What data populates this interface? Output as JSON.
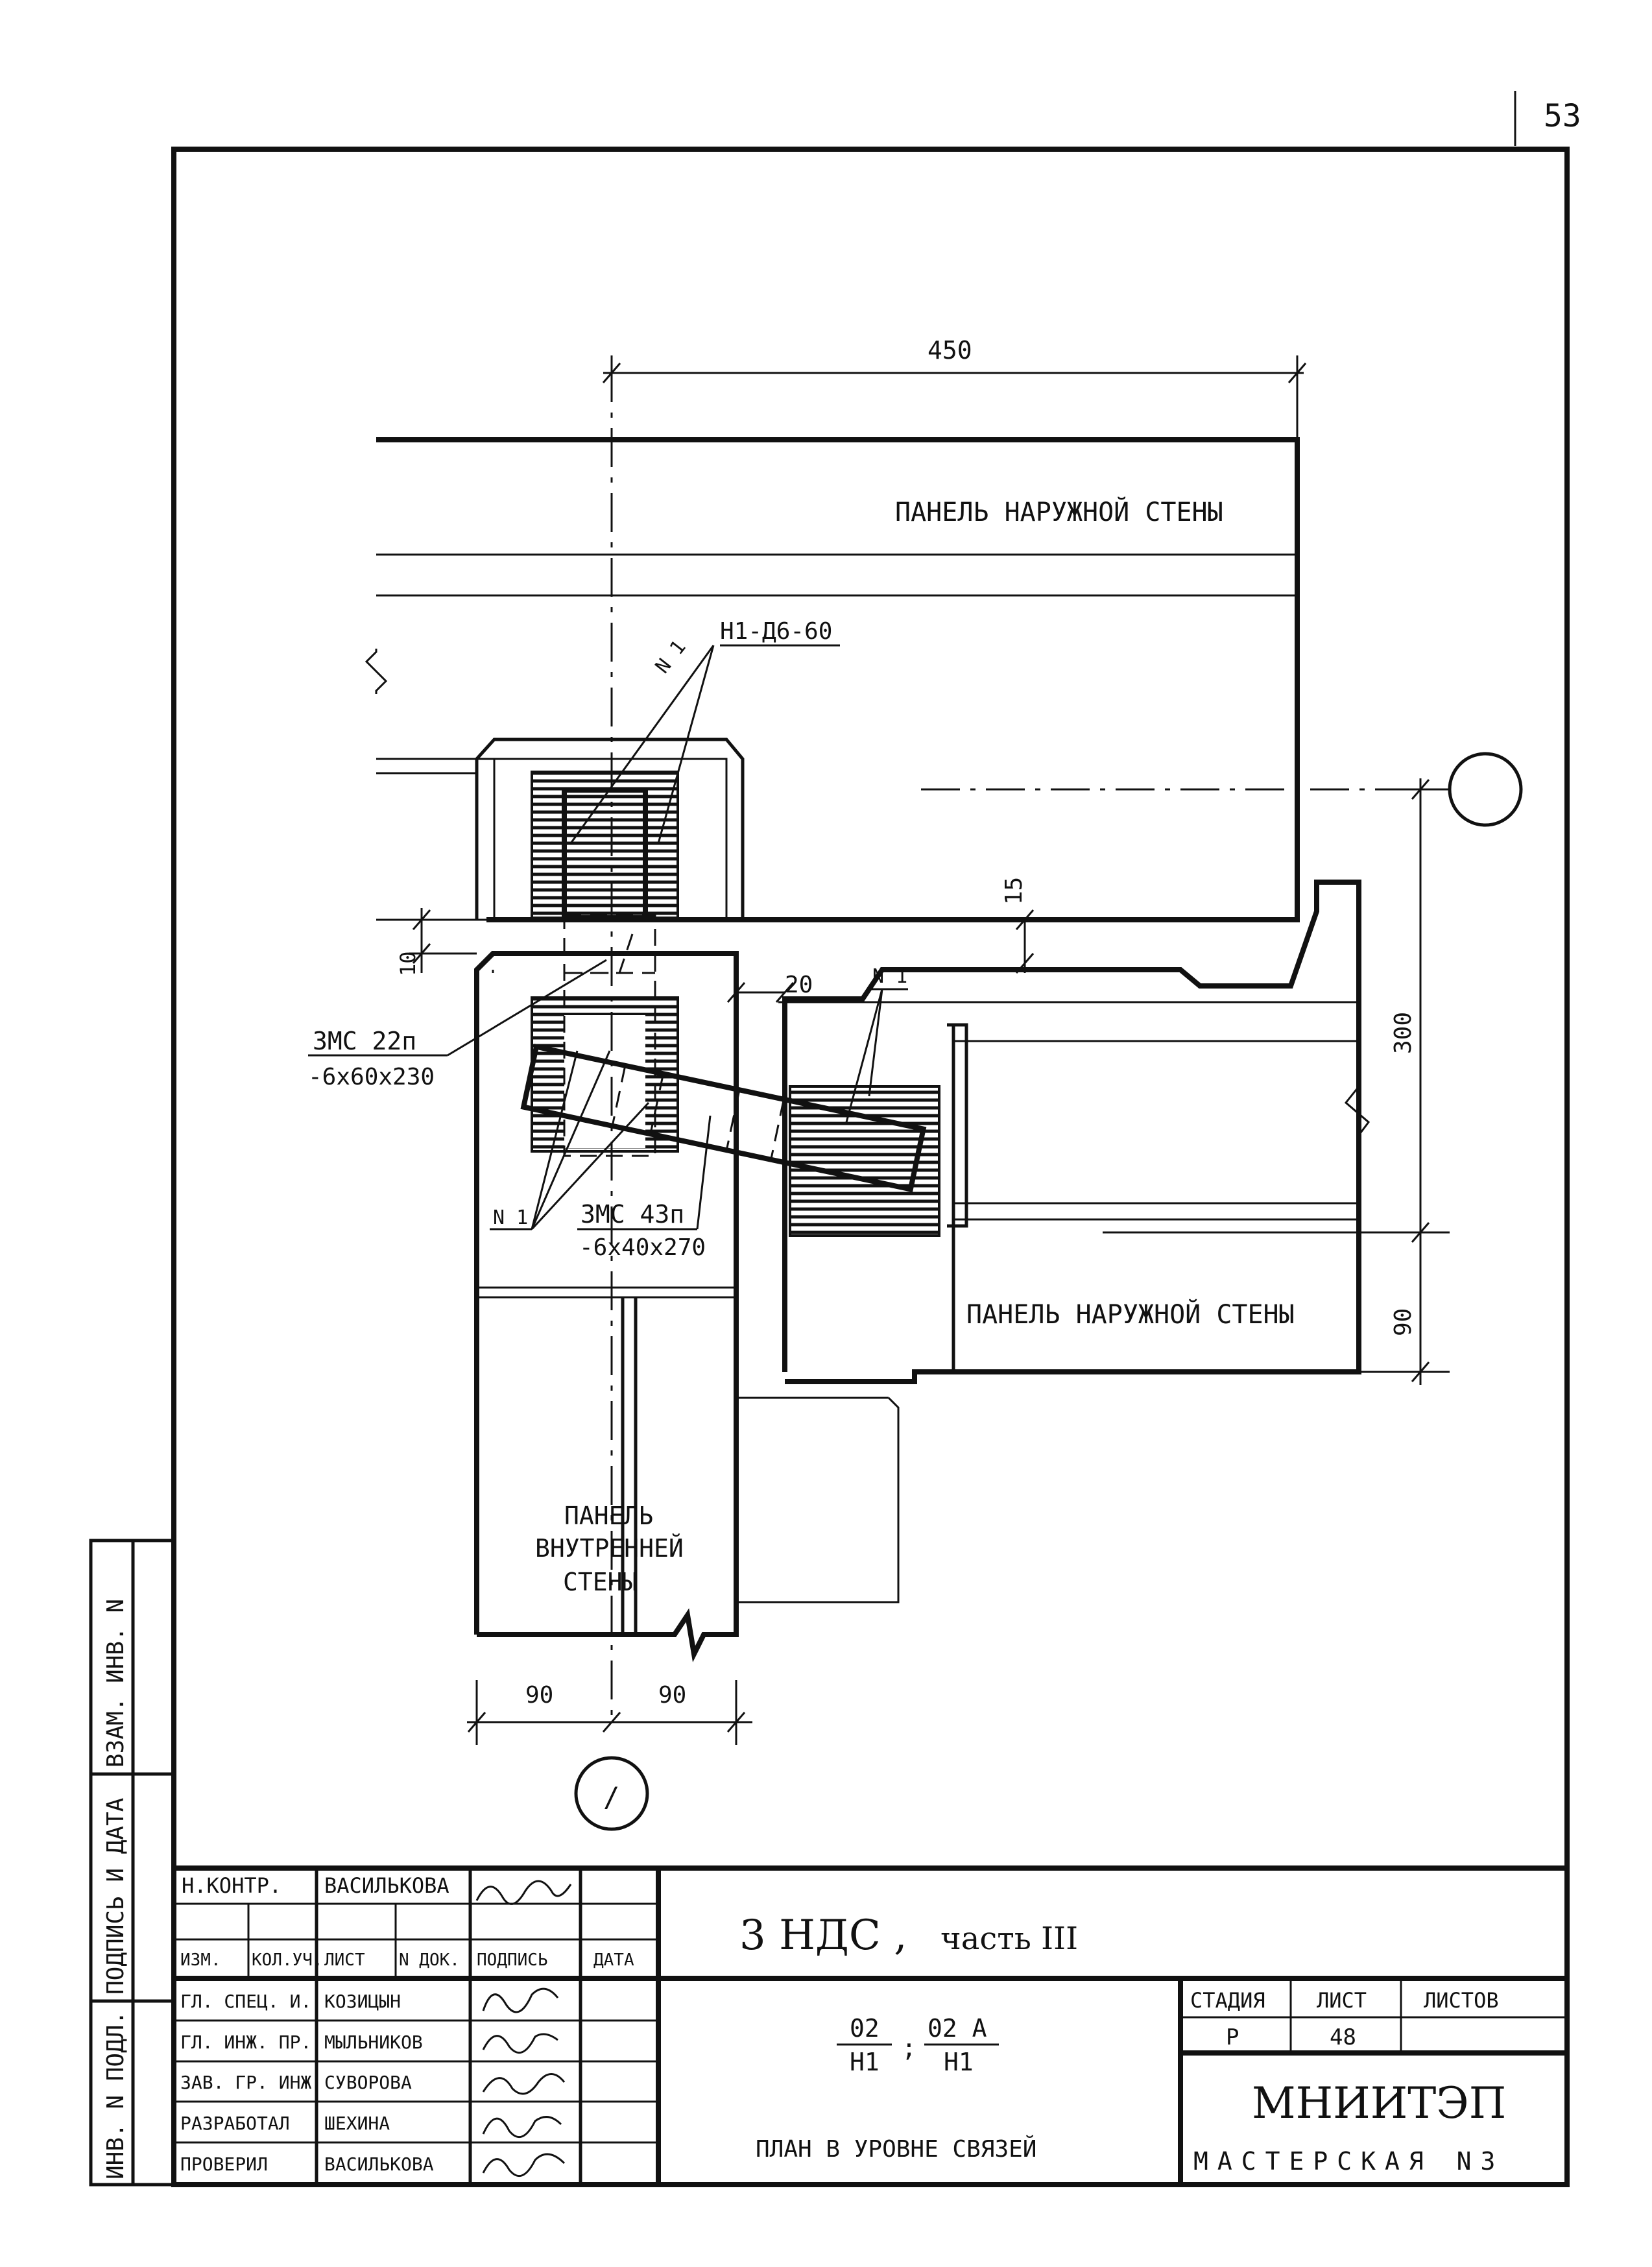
{
  "page_number": "53",
  "labels": {
    "panel_outer_top": "ПАНЕЛЬ НАРУЖНОЙ СТЕНЫ",
    "panel_outer_bottom": "ПАНЕЛЬ НАРУЖНОЙ СТЕНЫ",
    "panel_inner_line1": "ПАНЕЛЬ",
    "panel_inner_line2": "ВНУТРЕННЕЙ",
    "panel_inner_line3": "СТЕНЫ",
    "anchor_tag": "Н1-Д6-60",
    "n1_top": "N 1",
    "n1_right": "N 1",
    "n1_left": "N 1",
    "zms22_name": "ЗМС 22п",
    "zms22_size": "-6x60x230",
    "zms43_name": "ЗМС 43п",
    "zms43_size": "-6x40x270"
  },
  "dimensions": {
    "d450": "450",
    "d15": "15",
    "d10": "10",
    "d20": "20",
    "d300": "300",
    "d90_right": "90",
    "d90_left": "90",
    "d90_mid": "90"
  },
  "axis_markers": {
    "bottom": "/",
    "right": ""
  },
  "side_stamp": {
    "cells": [
      "ВЗАМ. ИНВ. N",
      "ПОДПИСЬ И ДАТА",
      "ИНВ. N ПОДЛ."
    ]
  },
  "title_block": {
    "rows": [
      {
        "role": "Н.КОНТР.",
        "name": "ВАСИЛЬКОВА"
      },
      {
        "role": "ГЛ. СПЕЦ. И.",
        "name": "КОЗИЦЫН"
      },
      {
        "role": "ГЛ. ИНЖ. ПР.",
        "name": "МЫЛЬНИКОВ"
      },
      {
        "role": "ЗАВ. ГР. ИНЖ.",
        "name": "СУВОРОВА"
      },
      {
        "role": "РАЗРАБОТАЛ",
        "name": "ШЕХИНА"
      },
      {
        "role": "ПРОВЕРИЛ",
        "name": "ВАСИЛЬКОВА"
      }
    ],
    "header": [
      "ИЗМ.",
      "КОЛ.УЧ.",
      "ЛИСТ",
      "N ДОК.",
      "ПОДПИСЬ",
      "ДАТА"
    ],
    "project": "3 НДС ,",
    "project_part": "часть III",
    "code_1_top": "02",
    "code_1_bottom": "Н1",
    "code_sep": ";",
    "code_2_top": "02 А",
    "code_2_bottom": "Н1",
    "sheet_title": "ПЛАН В УРОВНЕ СВЯЗЕЙ",
    "stage_label": "СТАДИЯ",
    "sheet_label": "ЛИСТ",
    "sheets_label": "ЛИСТОВ",
    "stage_value": "Р",
    "sheet_value": "48",
    "sheets_value": "",
    "org": "МНИИТЭП",
    "workshop": "МАСТЕРСКАЯ N3"
  }
}
